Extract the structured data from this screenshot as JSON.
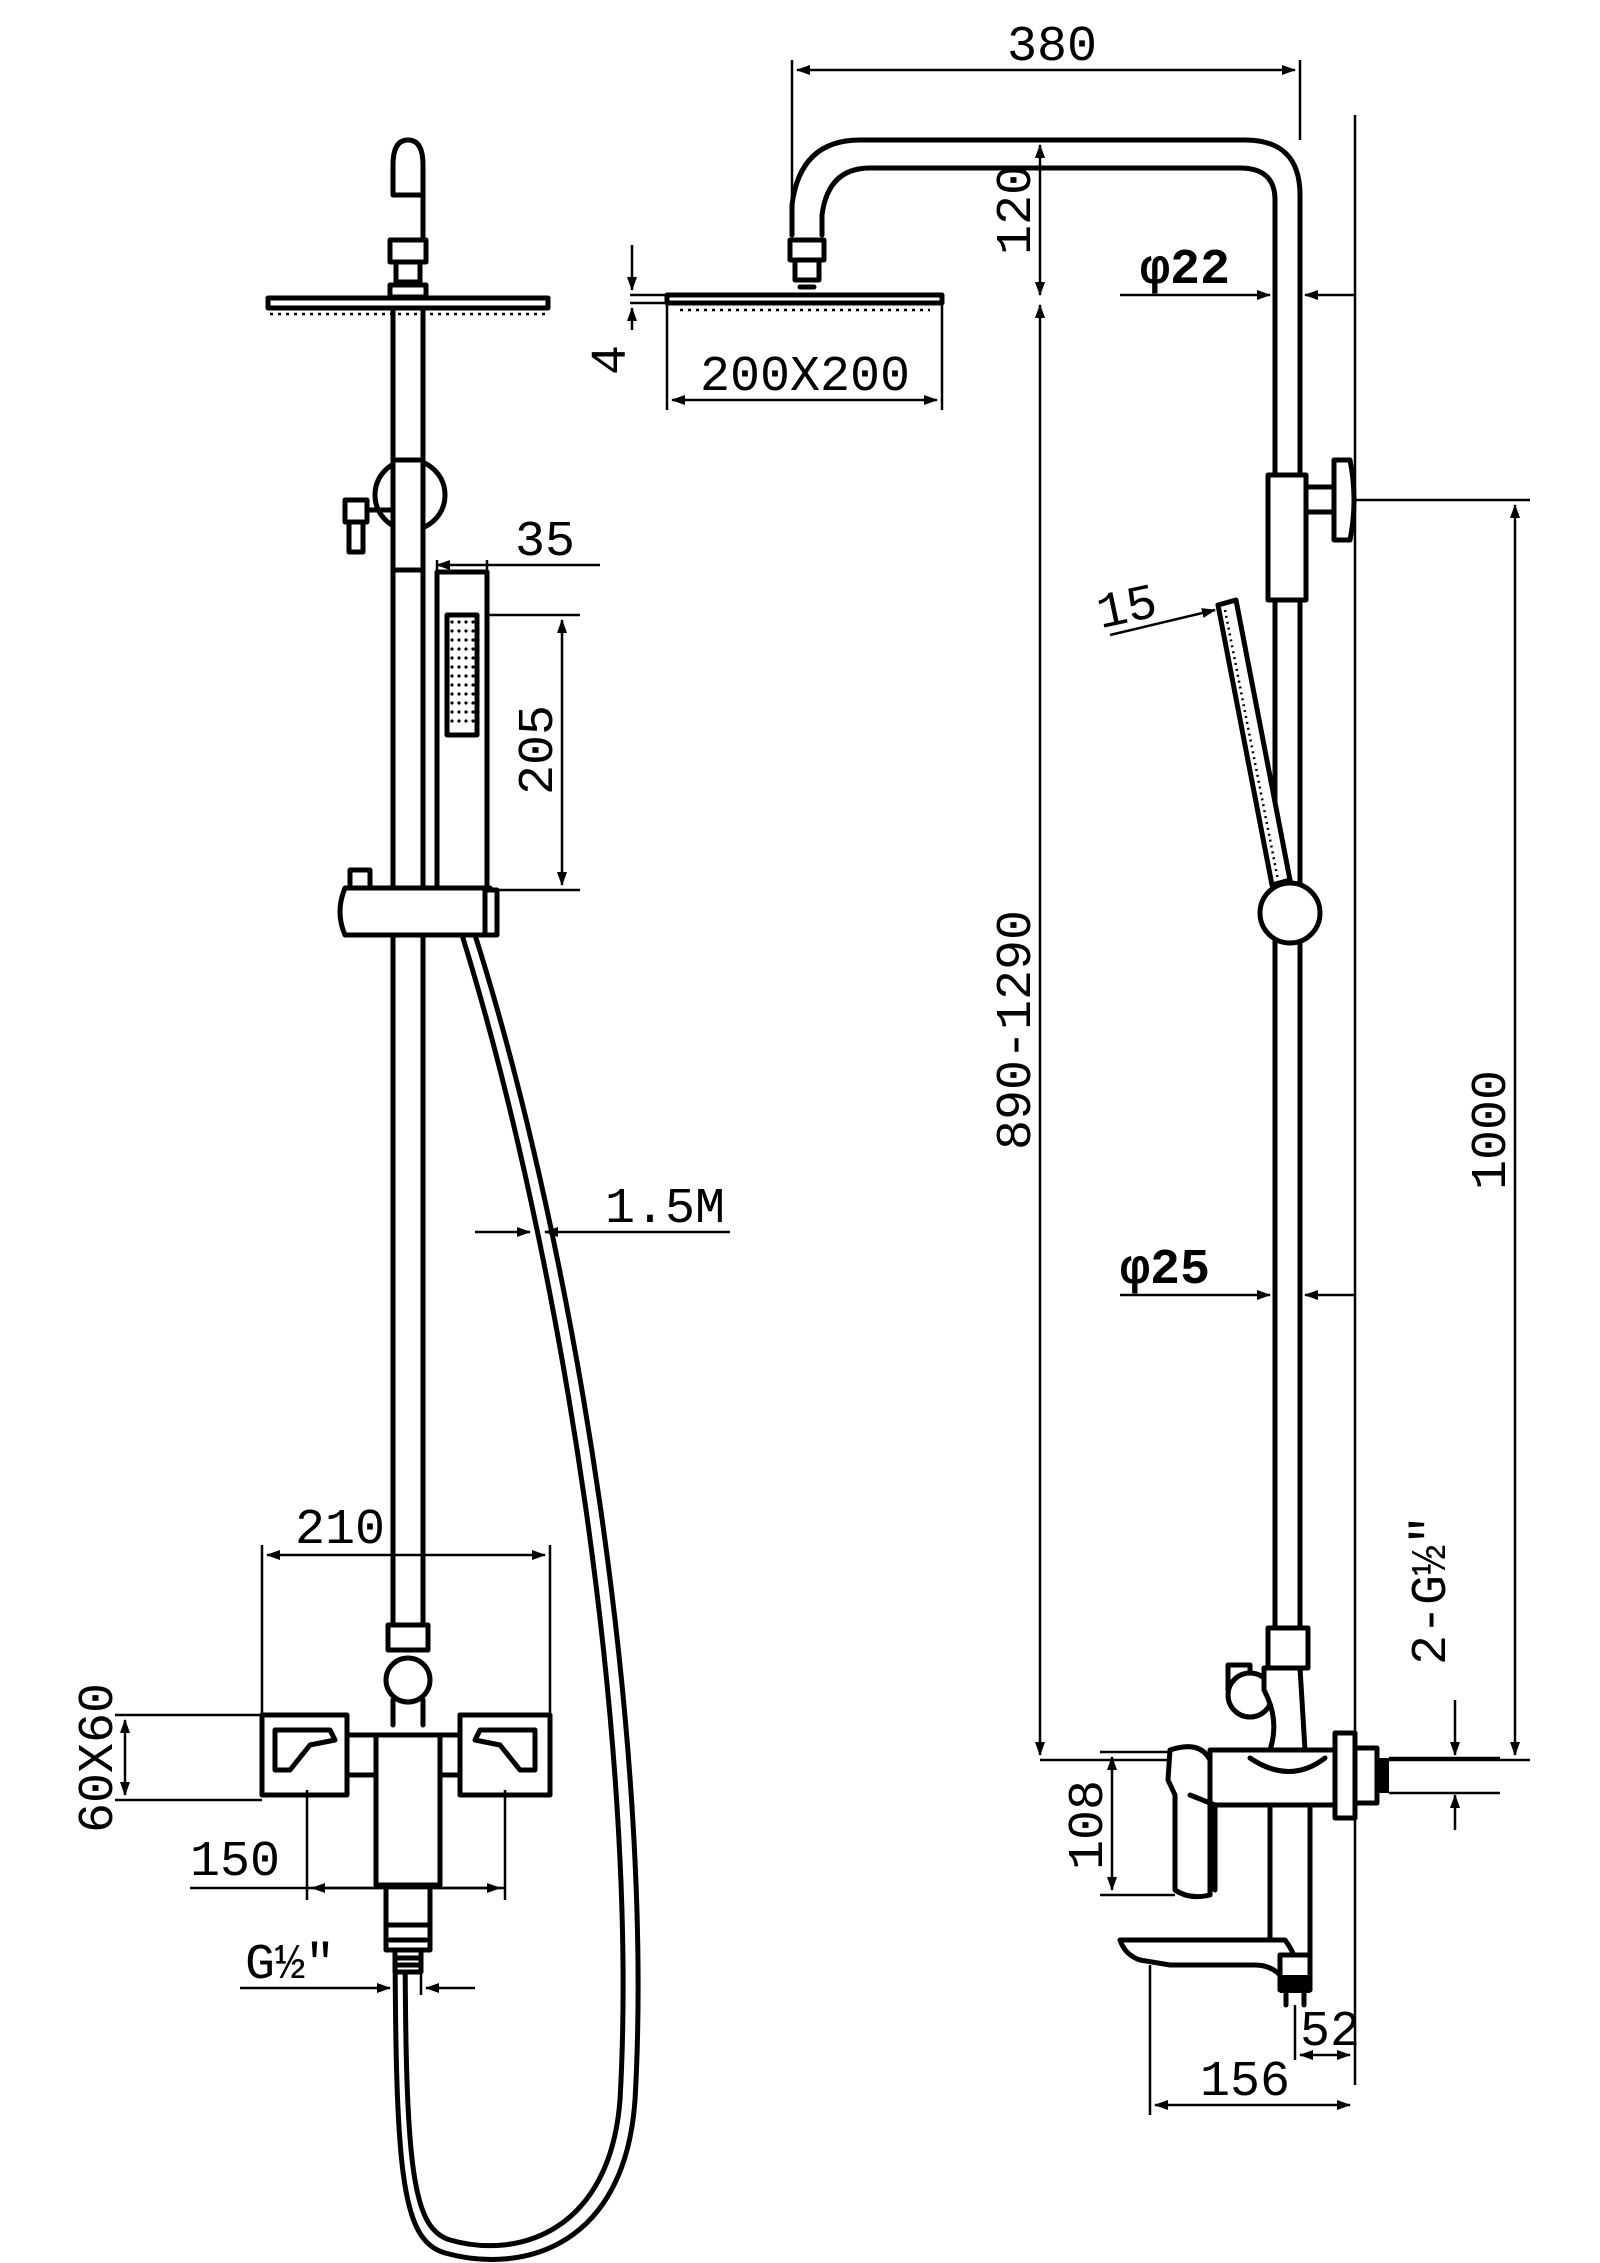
{
  "front_view": {
    "hand_shower_width": "35",
    "hand_shower_length": "205",
    "hose_length": "1.5M",
    "mixer_width": "210",
    "escutcheon_size": "60X60",
    "inlet_centers": "150",
    "outlet_thread": "G½″"
  },
  "side_view": {
    "overhead_reach": "380",
    "arm_drop": "120",
    "head_thickness": "4",
    "head_size": "200X200",
    "upper_tube_diameter": "φ22",
    "height_range": "890-1290",
    "hand_shower_diameter": "15",
    "lower_tube_diameter": "φ25",
    "bracket_height": "1000",
    "inlet_threads": "2-G½″",
    "mixer_height": "108",
    "spout_offset": "52",
    "spout_reach": "156"
  }
}
